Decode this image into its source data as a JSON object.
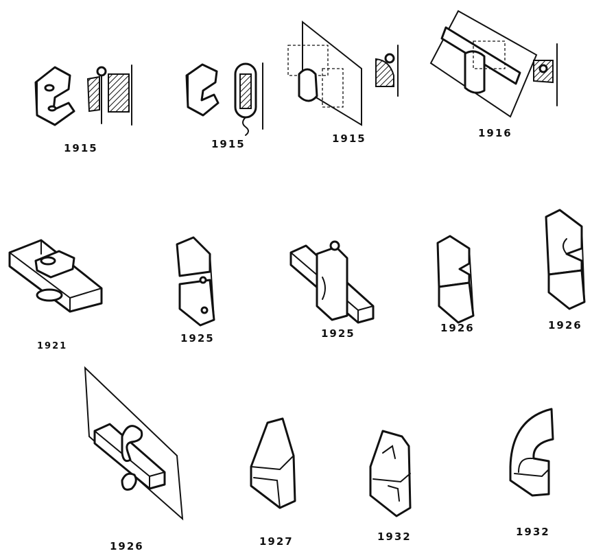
{
  "figures": [
    {
      "id": "f1",
      "year": "1915"
    },
    {
      "id": "f2",
      "year": "1915"
    },
    {
      "id": "f3",
      "year": "1915"
    },
    {
      "id": "f4",
      "year": "1916"
    },
    {
      "id": "f5",
      "year": "1921"
    },
    {
      "id": "f6",
      "year": "1925"
    },
    {
      "id": "f7",
      "year": "1925"
    },
    {
      "id": "f8",
      "year": "1926"
    },
    {
      "id": "f9",
      "year": "1926"
    },
    {
      "id": "f10",
      "year": "1926"
    },
    {
      "id": "f11",
      "year": "1927"
    },
    {
      "id": "f12",
      "year": "1932"
    },
    {
      "id": "f13",
      "year": "1932"
    }
  ]
}
